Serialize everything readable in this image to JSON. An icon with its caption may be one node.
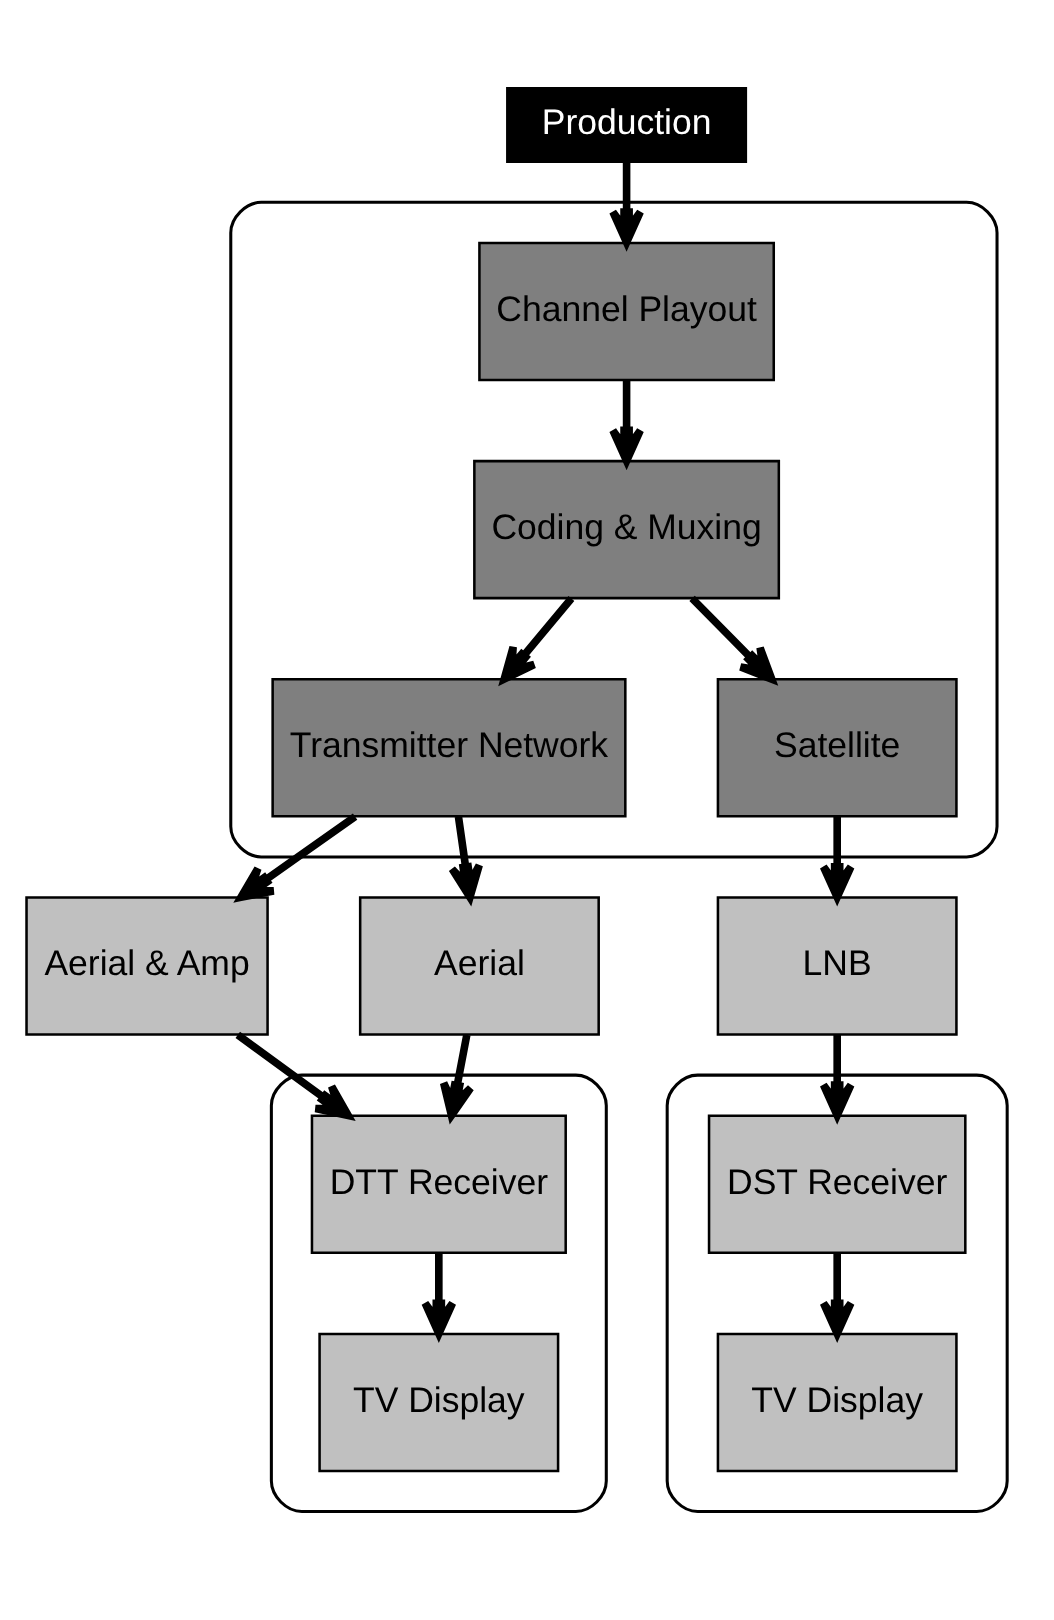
{
  "diagram": {
    "nodes": [
      {
        "text": [
          "Production"
        ]
      },
      {
        "text": [],
        "shape": "box"
      },
      {
        "text": [
          "Channel Playout"
        ],
        "in": 1
      },
      {
        "text": [
          "Coding & Muxing"
        ],
        "in": 1
      },
      {
        "text": [
          "Transmitter Network"
        ],
        "in": 1
      },
      {
        "text": [
          "Satellite"
        ],
        "in": 1
      },
      {
        "text": [
          "Aerial & Amp"
        ]
      },
      {
        "text": [
          "Aerial"
        ]
      },
      {
        "text": [
          "LNB"
        ]
      },
      {
        "text": [],
        "shape": "box"
      },
      {
        "text": [
          "DTT Receiver"
        ],
        "in": 9
      },
      {
        "text": [
          "TV Display"
        ],
        "in": 9
      },
      {
        "text": [],
        "shape": "box"
      },
      {
        "text": [
          "DST Receiver"
        ],
        "in": 12
      },
      {
        "text": [
          "TV Display"
        ],
        "in": 12
      }
    ],
    "edges": [
      {
        "from": 0,
        "to": 2,
        "arrow": "to"
      },
      {
        "from": 2,
        "to": 3,
        "arrow": "to"
      },
      {
        "from": 3,
        "to": 4,
        "arrow": "to"
      },
      {
        "from": 3,
        "to": 5,
        "arrow": "to"
      },
      {
        "from": 4,
        "to": 6,
        "arrow": "to"
      },
      {
        "from": 4,
        "to": 7,
        "arrow": "to"
      },
      {
        "from": 5,
        "to": 8,
        "arrow": "to"
      },
      {
        "from": 6,
        "to": 10,
        "arrow": "to"
      },
      {
        "from": 7,
        "to": 10,
        "arrow": "to"
      },
      {
        "from": 8,
        "to": 13,
        "arrow": "to"
      },
      {
        "from": 10,
        "to": 11,
        "arrow": "to"
      },
      {
        "from": 13,
        "to": 14,
        "arrow": "to"
      }
    ]
  }
}
